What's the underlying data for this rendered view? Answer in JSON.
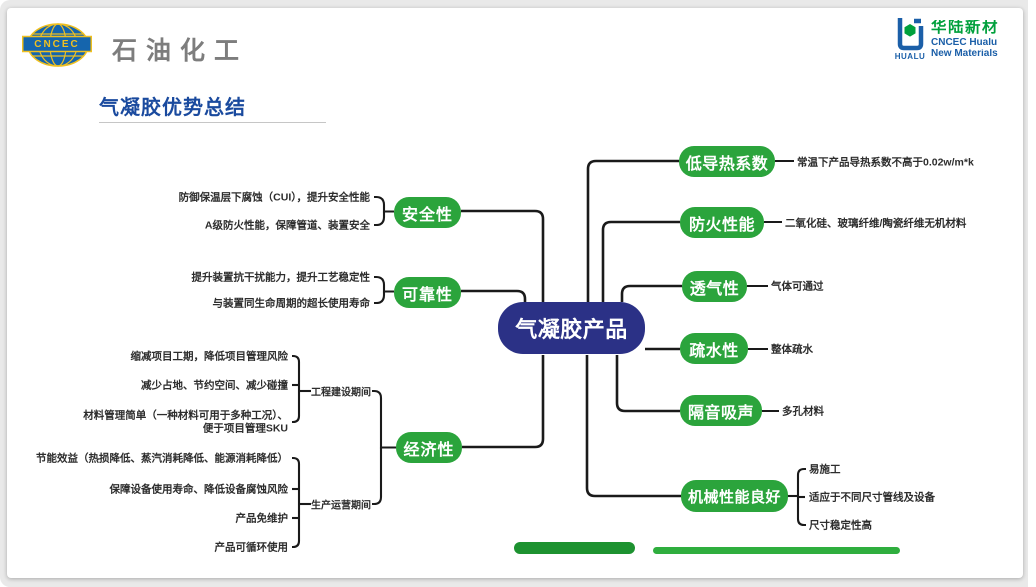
{
  "header": {
    "cncec_logo_label": "CNCEC",
    "brand_name": "石油化工",
    "hualu_logo_label": "HUALU",
    "hualu_name_cn": "华陆新材",
    "hualu_name_en_line1": "CNCEC Hualu",
    "hualu_name_en_line2": "New Materials"
  },
  "slide": {
    "title": "气凝胶优势总结"
  },
  "mindmap": {
    "root": "气凝胶产品",
    "left": [
      {
        "label": "安全性",
        "leaves": [
          "防御保温层下腐蚀（CUI），提升安全性能",
          "A级防火性能，保障管道、装置安全"
        ]
      },
      {
        "label": "可靠性",
        "leaves": [
          "提升装置抗干扰能力，提升工艺稳定性",
          "与装置同生命周期的超长使用寿命"
        ]
      },
      {
        "label": "经济性",
        "groups": [
          {
            "label": "工程建设期间",
            "leaves": [
              "缩减项目工期，降低项目管理风险",
              "减少占地、节约空间、减少碰撞",
              "材料管理简单（一种材料可用于多种工况）、\n便于项目管理SKU"
            ]
          },
          {
            "label": "生产运营期间",
            "leaves": [
              "节能效益（热损降低、蒸汽消耗降低、能源消耗降低）",
              "保障设备使用寿命、降低设备腐蚀风险",
              "产品免维护",
              "产品可循环使用"
            ]
          }
        ]
      }
    ],
    "right": [
      {
        "label": "低导热系数",
        "leaves": [
          "常温下产品导热系数不高于0.02w/m*k"
        ]
      },
      {
        "label": "防火性能",
        "leaves": [
          "二氧化硅、玻璃纤维/陶瓷纤维无机材料"
        ]
      },
      {
        "label": "透气性",
        "leaves": [
          "气体可通过"
        ]
      },
      {
        "label": "疏水性",
        "leaves": [
          "整体疏水"
        ]
      },
      {
        "label": "隔音吸声",
        "leaves": [
          "多孔材料"
        ]
      },
      {
        "label": "机械性能良好",
        "leaves": [
          "易施工",
          "适应于不同尺寸管线及设备",
          "尺寸稳定性高"
        ]
      }
    ]
  },
  "colors": {
    "green": "#2ba43c",
    "navy": "#2b3186",
    "title_blue": "#1a4a9e",
    "line": "#1a1a1a",
    "bar_dark_green": "#1d9230",
    "bar_light_green": "#2fae3e",
    "hualu_green": "#00a03c",
    "hualu_blue": "#1b5fa8",
    "brand_gray": "#7d7d7d",
    "cncec_blue": "#1565ad",
    "cncec_yellow": "#f0c020"
  }
}
